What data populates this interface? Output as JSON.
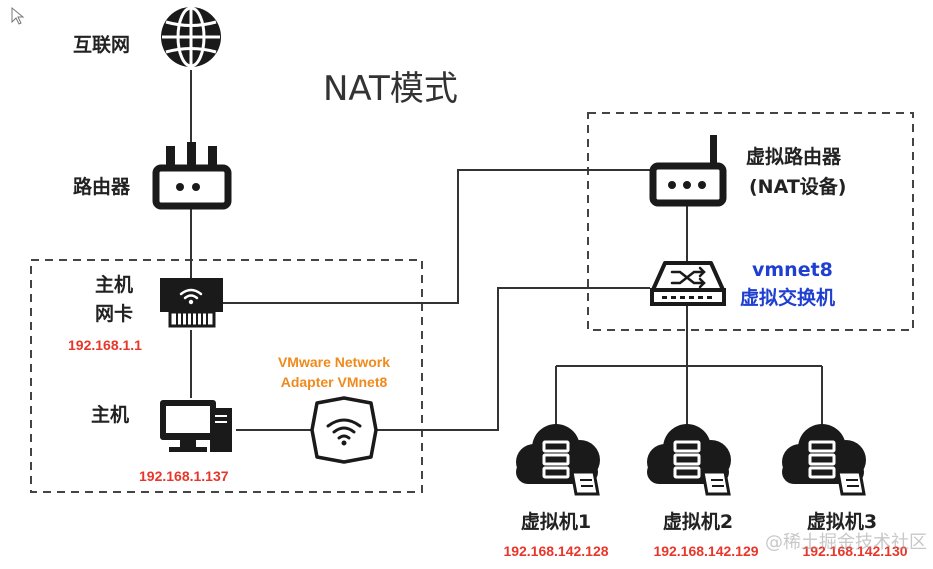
{
  "title": "NAT模式",
  "colors": {
    "ip": "#e8362a",
    "vmnet": "#1f3fd0",
    "adapter": "#f08a1c",
    "line": "#333333",
    "dark": "#1a1a1a"
  },
  "nodes": {
    "internet": {
      "label": "互联网",
      "icon": "globe-icon"
    },
    "router": {
      "label": "路由器",
      "icon": "router-icon"
    },
    "host_nic": {
      "label_line1": "主机",
      "label_line2": "网卡",
      "ip": "192.168.1.1",
      "icon": "nic-icon"
    },
    "host": {
      "label": "主机",
      "ip": "192.168.1.137",
      "icon": "computer-icon"
    },
    "vmnet8_adapter": {
      "label_line1": "VMware Network",
      "label_line2": "Adapter VMnet8",
      "icon": "wifi-adapter-icon"
    },
    "virtual_router": {
      "label_line1": "虚拟路由器",
      "label_line2": "(NAT设备)",
      "icon": "router-icon"
    },
    "virtual_switch": {
      "label_line1": "vmnet8",
      "label_line2": "虚拟交换机",
      "icon": "switch-icon"
    },
    "vm1": {
      "label": "虚拟机1",
      "ip": "192.168.142.128",
      "icon": "cloud-server-icon"
    },
    "vm2": {
      "label": "虚拟机2",
      "ip": "192.168.142.129",
      "icon": "cloud-server-icon"
    },
    "vm3": {
      "label": "虚拟机3",
      "ip": "192.168.142.130",
      "icon": "cloud-server-icon"
    }
  },
  "watermark": "@稀土掘金技术社区"
}
